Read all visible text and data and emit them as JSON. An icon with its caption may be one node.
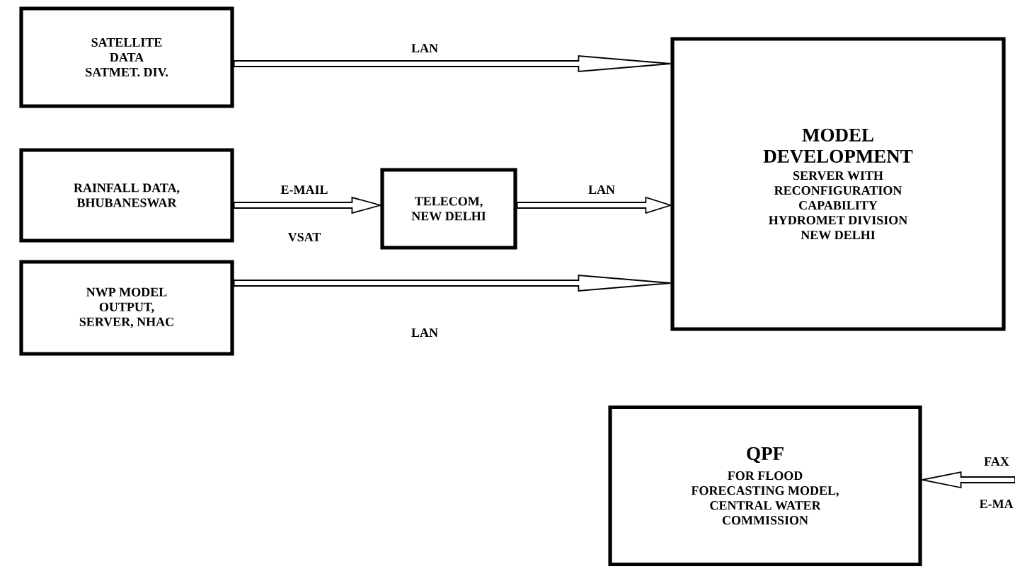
{
  "diagram": {
    "nodes": [
      {
        "text": [
          "SATELLITE DATA SATMET. DIV."
        ]
      },
      {
        "text": [
          "RAINFALL DATA, BHUBANESWAR"
        ]
      },
      {
        "text": [
          "TELECOM, NEW DELHI"
        ]
      },
      {
        "text": [
          "NWP MODEL OUTPUT, SERVER, NHAC"
        ]
      },
      {
        "text": [
          "MODEL DEVELOPMENT",
          "SERVER WITH RECONFIGURATION CAPABILITY HYDROMET DIVISION NEW DELHI"
        ]
      },
      {
        "text": [
          "QPF",
          "FOR FLOOD FORECASTING MODEL, CENTRAL WATER COMMISSION"
        ]
      }
    ],
    "edges": [
      {
        "from": 0,
        "to": 4,
        "arrow": "to",
        "label": "LAN"
      },
      {
        "from": 1,
        "to": 2,
        "arrow": "to",
        "label": "E-MAIL"
      },
      {
        "from": 2,
        "to": 4,
        "arrow": "to",
        "label": "LAN"
      },
      {
        "from": 3,
        "to": 4,
        "arrow": "to",
        "label": "LAN"
      },
      {
        "from": null,
        "to": 5,
        "arrow": "to",
        "label": "FAX"
      }
    ],
    "labels": [
      "VSAT",
      "E-MA"
    ]
  }
}
